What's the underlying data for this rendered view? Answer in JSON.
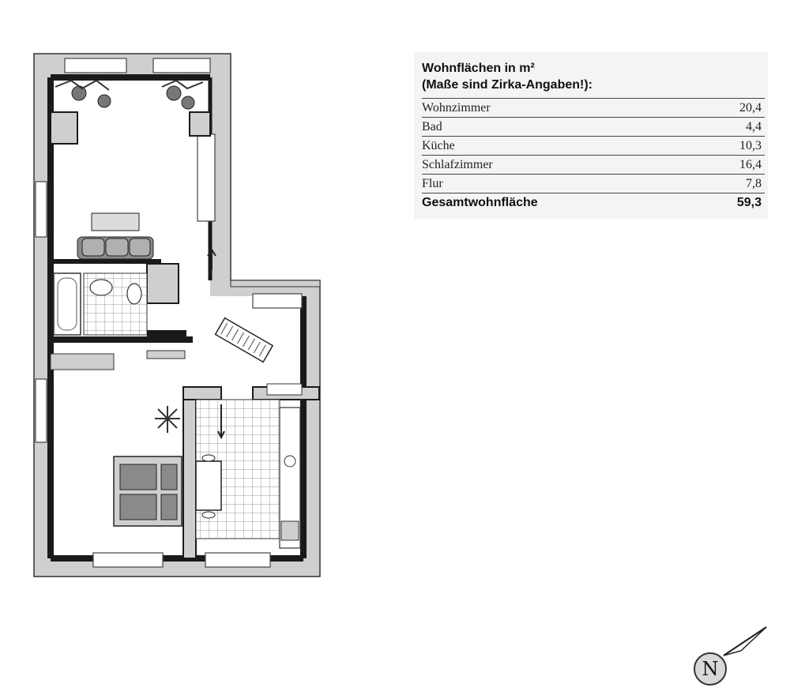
{
  "area_table": {
    "title_line1": "Wohnflächen in m²",
    "title_line2": "(Maße sind Zirka-Angaben!):",
    "rows": [
      {
        "room": "Wohnzimmer",
        "area": "20,4"
      },
      {
        "room": "Bad",
        "area": "4,4"
      },
      {
        "room": "Küche",
        "area": "10,3"
      },
      {
        "room": "Schlafzimmer",
        "area": "16,4"
      },
      {
        "room": "Flur",
        "area": "7,8"
      }
    ],
    "total_label": "Gesamtwohnfläche",
    "total_value": "59,3"
  },
  "compass": {
    "letter": "N"
  },
  "colors": {
    "wall_outer": "#cfcfcf",
    "wall_inner": "#1a1a1a",
    "tile_grid": "#999999",
    "furniture": "#8a8a8a"
  }
}
